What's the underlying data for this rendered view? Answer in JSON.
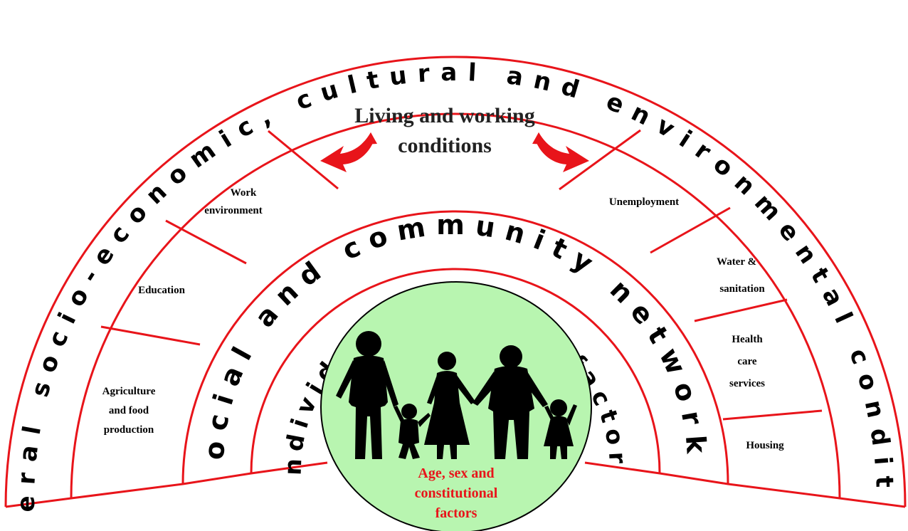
{
  "layers": {
    "outer": "General socio-economic, cultural and environmental conditions",
    "living_title": [
      "Living and working",
      "conditions"
    ],
    "social": "Social and community networks",
    "individual": "Individual lifestyle factors",
    "core": [
      "Age, sex and",
      "constitutional",
      "factors"
    ]
  },
  "segments": {
    "agriculture": [
      "Agriculture",
      "and food",
      "production"
    ],
    "education": [
      "Education"
    ],
    "work": [
      "Work",
      "environment"
    ],
    "unemployment": [
      "Unemployment"
    ],
    "water": [
      "Water &",
      "sanitation"
    ],
    "health": [
      "Health",
      "care",
      "services"
    ],
    "housing": [
      "Housing"
    ]
  },
  "colors": {
    "line": "#e8141a",
    "core_fill": "#b8f5b0",
    "core_text": "#e8141a",
    "text": "#000000"
  }
}
